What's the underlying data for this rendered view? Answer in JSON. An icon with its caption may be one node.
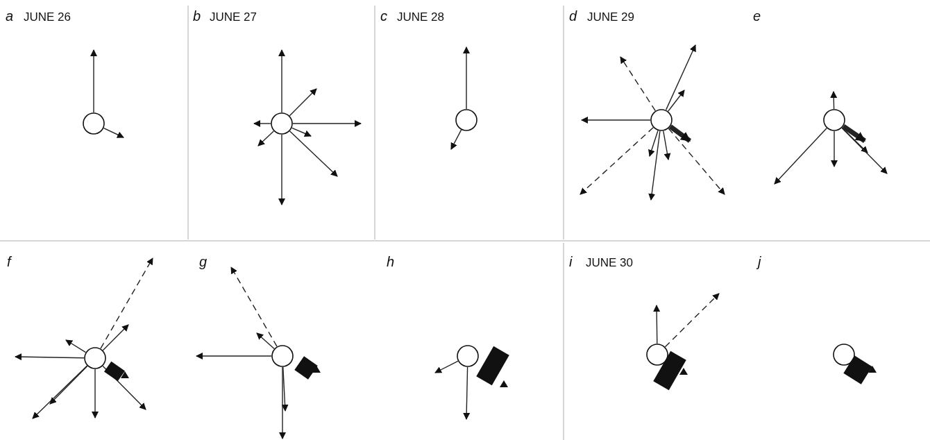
{
  "diagram": {
    "nodes": [
      {
        "text": [],
        "shape": "circle"
      },
      {
        "text": [],
        "shape": "circle"
      },
      {
        "text": [],
        "shape": "circle"
      },
      {
        "text": [],
        "shape": "circle"
      },
      {
        "text": [],
        "shape": "circle"
      },
      {
        "text": [],
        "shape": "circle"
      },
      {
        "text": [],
        "shape": "bar"
      },
      {
        "text": [],
        "shape": "circle"
      },
      {
        "text": [],
        "shape": "bar"
      },
      {
        "text": [],
        "shape": "circle"
      },
      {
        "text": [],
        "shape": "bar"
      },
      {
        "text": [],
        "shape": "circle"
      },
      {
        "text": [],
        "shape": "bar"
      },
      {
        "text": [],
        "shape": "circle"
      },
      {
        "text": [],
        "shape": "bar"
      }
    ],
    "edges": [
      {
        "from": 0,
        "to": null,
        "arrow": "to"
      },
      {
        "from": 0,
        "to": null,
        "arrow": "to"
      },
      {
        "from": 1,
        "to": null,
        "arrow": "to"
      },
      {
        "from": 1,
        "to": null,
        "arrow": "to"
      },
      {
        "from": 1,
        "to": null,
        "arrow": "to"
      },
      {
        "from": 1,
        "to": null,
        "arrow": "to"
      },
      {
        "from": 1,
        "to": null,
        "arrow": "to"
      },
      {
        "from": 1,
        "to": null,
        "arrow": "to"
      },
      {
        "from": 1,
        "to": null,
        "arrow": "to"
      },
      {
        "from": 1,
        "to": null,
        "arrow": "to"
      },
      {
        "from": 2,
        "to": null,
        "arrow": "to"
      },
      {
        "from": 2,
        "to": null,
        "arrow": "to"
      },
      {
        "from": 3,
        "to": null,
        "arrow": "to",
        "style": "dashed"
      },
      {
        "from": 3,
        "to": null,
        "arrow": "to"
      },
      {
        "from": 3,
        "to": null,
        "arrow": "to"
      },
      {
        "from": 3,
        "to": null,
        "arrow": "to"
      },
      {
        "from": 3,
        "to": null,
        "arrow": "to",
        "style": "thick"
      },
      {
        "from": 3,
        "to": null,
        "arrow": "to"
      },
      {
        "from": 3,
        "to": null,
        "arrow": "to"
      },
      {
        "from": 3,
        "to": null,
        "arrow": "to"
      },
      {
        "from": 3,
        "to": null,
        "arrow": "to",
        "style": "dashed"
      },
      {
        "from": 3,
        "to": null,
        "arrow": "to",
        "style": "dashed"
      },
      {
        "from": 4,
        "to": null,
        "arrow": "to"
      },
      {
        "from": 4,
        "to": null,
        "arrow": "to",
        "style": "thick"
      },
      {
        "from": 4,
        "to": null,
        "arrow": "to"
      },
      {
        "from": 4,
        "to": null,
        "arrow": "to"
      },
      {
        "from": 4,
        "to": null,
        "arrow": "to"
      },
      {
        "from": 4,
        "to": null,
        "arrow": "to"
      },
      {
        "from": 5,
        "to": null,
        "arrow": "to",
        "style": "dashed"
      },
      {
        "from": 5,
        "to": null,
        "arrow": "to"
      },
      {
        "from": 5,
        "to": null,
        "arrow": "to"
      },
      {
        "from": 5,
        "to": null,
        "arrow": "to"
      },
      {
        "from": 5,
        "to": null,
        "arrow": "to"
      },
      {
        "from": 5,
        "to": null,
        "arrow": "to"
      },
      {
        "from": 5,
        "to": null,
        "arrow": "to"
      },
      {
        "from": 5,
        "to": null,
        "arrow": "to"
      },
      {
        "from": 7,
        "to": null,
        "arrow": "to",
        "style": "dashed"
      },
      {
        "from": 7,
        "to": null,
        "arrow": "to"
      },
      {
        "from": 7,
        "to": null,
        "arrow": "to"
      },
      {
        "from": 7,
        "to": null,
        "arrow": "to"
      },
      {
        "from": 7,
        "to": null,
        "arrow": "to"
      },
      {
        "from": 9,
        "to": null,
        "arrow": "to"
      },
      {
        "from": 9,
        "to": null,
        "arrow": "to"
      },
      {
        "from": 11,
        "to": null,
        "arrow": "to"
      },
      {
        "from": 11,
        "to": null,
        "arrow": "to",
        "style": "dashed"
      }
    ],
    "labels": [
      "a",
      "JUNE 26",
      "b",
      "JUNE 27",
      "c",
      "JUNE 28",
      "d",
      "JUNE 29",
      "e",
      "f",
      "g",
      "h",
      "i",
      "JUNE 30",
      "j"
    ]
  }
}
